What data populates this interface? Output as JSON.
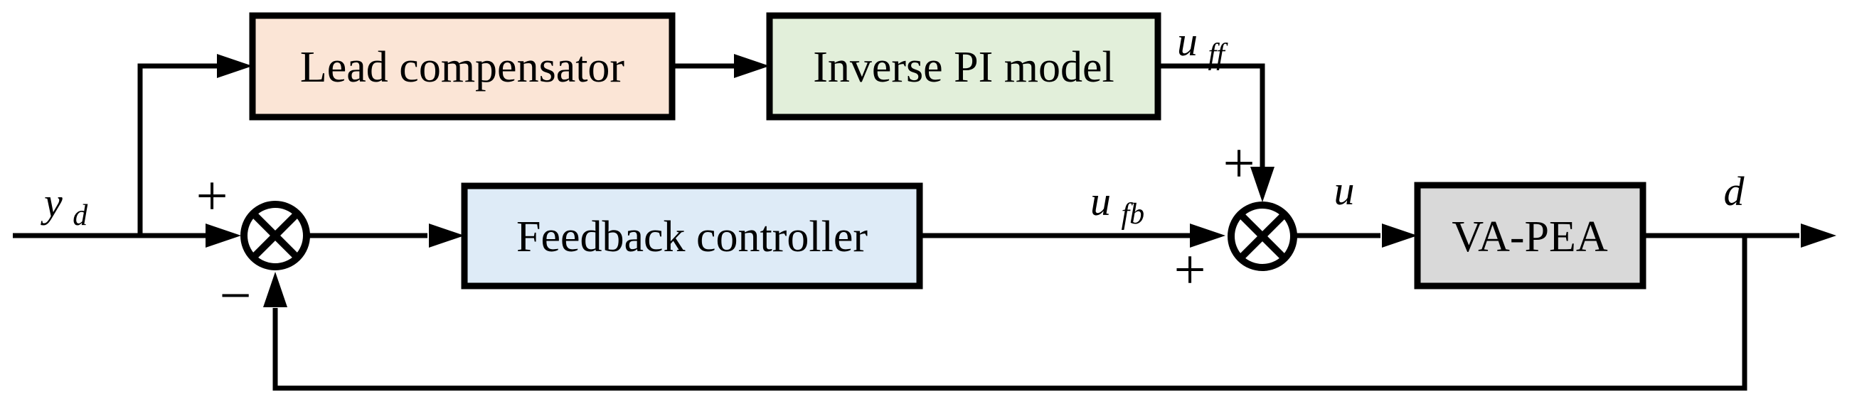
{
  "figure": {
    "background": "#ffffff",
    "line_color": "#000000",
    "blocks": {
      "lead_compensator": {
        "label": "Lead compensator",
        "fill": "#FBE5D6"
      },
      "inverse_pi_model": {
        "label": "Inverse PI model",
        "fill": "#E2EFDA"
      },
      "feedback_controller": {
        "label": "Feedback controller",
        "fill": "#DEEBF7"
      },
      "va_pea": {
        "label": "VA-PEA",
        "fill": "#D9D9D9"
      }
    },
    "signals": {
      "reference": {
        "base": "y",
        "sub": "d"
      },
      "feedforward": {
        "base": "u",
        "sub": "ff"
      },
      "feedback": {
        "base": "u",
        "sub": "fb"
      },
      "control": {
        "base": "u",
        "sub": ""
      },
      "output": {
        "base": "d",
        "sub": ""
      }
    },
    "sum1": {
      "sign_input": "+",
      "sign_feedback": "−"
    },
    "sum2": {
      "sign_feedforward": "+",
      "sign_feedback_branch": "+"
    }
  }
}
